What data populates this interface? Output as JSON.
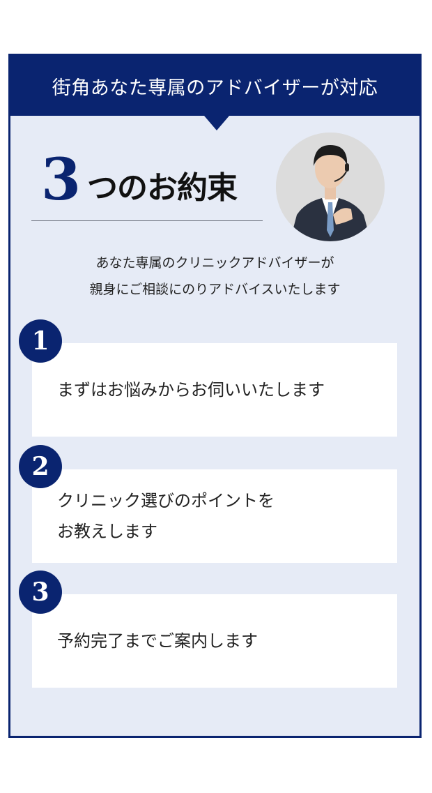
{
  "header": {
    "title": "街角あなた専属のアドバイザーが対応"
  },
  "promise_title": {
    "number": "3",
    "text": "つのお約束"
  },
  "avatar": {
    "alt": "headset-advisor-photo"
  },
  "subtitle": {
    "line1": "あなた専属のクリニックアドバイザーが",
    "line2": "親身にご相談にのりアドバイスいたします"
  },
  "items": [
    {
      "number": "1",
      "text": "まずはお悩みからお伺いいたします"
    },
    {
      "number": "2",
      "line1": "クリニック選びのポイントを",
      "line2": "お教えします"
    },
    {
      "number": "3",
      "text": "予約完了までご案内します"
    }
  ],
  "colors": {
    "navy": "#0a2470",
    "panel_bg": "#e6ebf6",
    "card_bg": "#ffffff",
    "text": "#222222"
  }
}
